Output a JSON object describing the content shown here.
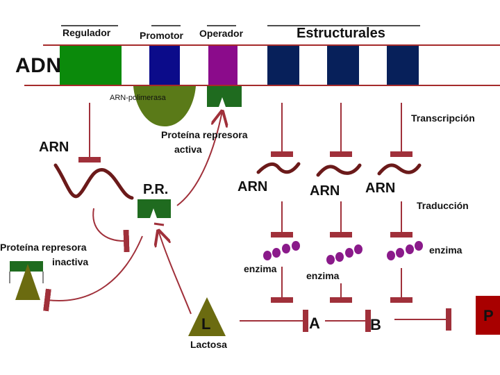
{
  "colors": {
    "rail": "#a52a2a",
    "regulador": "#0b8a0b",
    "promotor": "#0b0b8a",
    "operador": "#8b0b8b",
    "estructural": "#07205a",
    "polymerase": "#5a7a18",
    "repressor": "#1f6b1f",
    "inactive_triangle": "#6b6b10",
    "arrow": "#a0303a",
    "mrna": "#6b1a1a",
    "enzyme": "#8a1a8a",
    "p_box": "#a80000"
  },
  "dna": {
    "label": "ADN",
    "segments": {
      "regulador": "Regulador",
      "promotor": "Promotor",
      "operador": "Operador",
      "estructurales": "Estructurales"
    }
  },
  "polymerase_label": "ARN-polimerasa",
  "active_repressor_label_line1": "Proteína represora",
  "active_repressor_label_line2": "activa",
  "transcripcion": "Transcripción",
  "traduccion": "Traducción",
  "arn_left": "ARN",
  "pr_label": "P.R.",
  "arn_1": "ARN",
  "arn_2": "ARN",
  "arn_3": "ARN",
  "inactive_label_line1": "Proteína represora",
  "inactive_label_line2": "inactiva",
  "enzima_1": "enzima",
  "enzima_2": "enzima",
  "enzima_3": "enzima",
  "lactose_letter": "L",
  "lactose_label": "Lactosa",
  "product_a": "A",
  "product_b": "B",
  "product_p": "P"
}
